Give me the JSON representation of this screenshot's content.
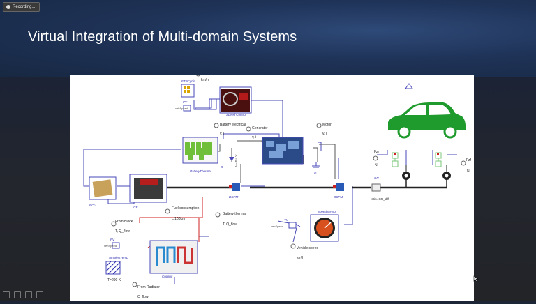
{
  "recording": {
    "label": "Recording..."
  },
  "slide": {
    "title": "Virtual Integration of Multi-domain Systems"
  },
  "diagram": {
    "ftp_cycle": "FTPCycle",
    "kmh_top": "km/h",
    "pv_top": "PV",
    "pv_top_port": "vehSpeed",
    "speed_control": "Speed Control",
    "battery_electrical": "Battery electrical",
    "battery_electrical_vi": "v, i",
    "generator": "Generator",
    "generator_vi": "v, i",
    "motor": "Motor",
    "motor_vi": "v, i",
    "battery_thermal_block": "BatteryThermal",
    "diode_label": "D",
    "voltage_label": "V=354 V",
    "ground_label": "G",
    "ecu": "ECU",
    "ice": "ICE",
    "dcpm_left": "DCPM",
    "dcpm_right": "DCPM",
    "fuel_consumption": "Fuel consumption",
    "fuel_units": "L/100km",
    "battery_thermal": "Battery thermal",
    "battery_thermal_q": "T, Q_flow",
    "from_block": "From Block",
    "from_block_q": "T, Q_flow",
    "pv_bottom": "PV",
    "pv_bottom_port": "vehSpeed",
    "ambient_temp": "AmbientTemp",
    "ambient_value": "T=290 K",
    "cooling": "Cooling",
    "from_radiator": "From Radiator",
    "q_flow": "Q_flow",
    "speed_sensor": "SpeedSensor",
    "tv_label": "TV",
    "tv_port": "vehSpeed",
    "vehicle_speed": "Vehicle speed",
    "vehicle_speed_units": "km/h",
    "gear": "GR",
    "gear_ratio": "ratio=GR_diff",
    "fzr": "Fzr",
    "fzr_unit": "N",
    "fzf": "Fzf",
    "fzf_unit": "N"
  },
  "colors": {
    "car": "#1f9a2c",
    "wire_blue": "#4a4ab8",
    "shaft": "#222222",
    "port_red": "#cc2222",
    "label_blue": "#2a2ab0"
  }
}
